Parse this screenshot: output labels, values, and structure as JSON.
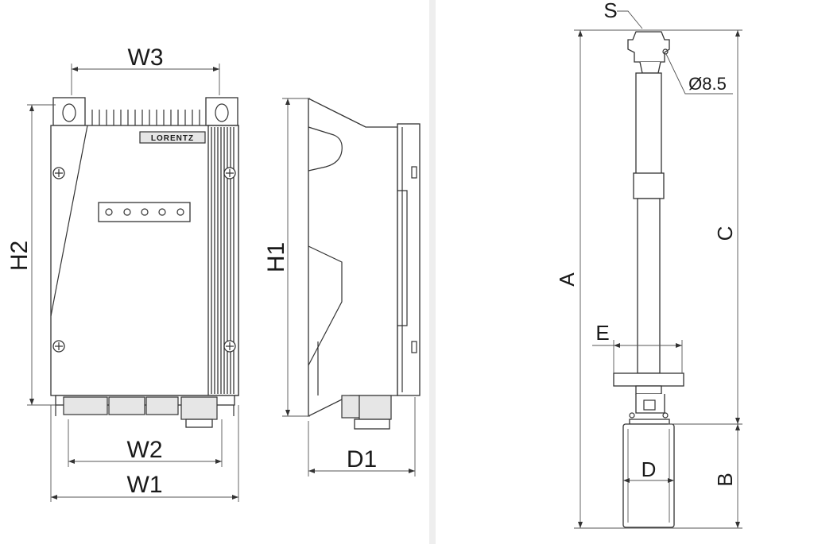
{
  "labels": {
    "w3": "W3",
    "h2": "H2",
    "h1": "H1",
    "w2": "W2",
    "w1": "W1",
    "d1": "D1",
    "s": "S",
    "dia": "Ø8.5",
    "a": "A",
    "c": "C",
    "e": "E",
    "d": "D",
    "b": "B"
  },
  "brand_logo": "LORENTZ",
  "colors": {
    "line": "#333333",
    "fill": "#ffffff",
    "shade": "#e6e6e6",
    "separator": "#eeeeee"
  }
}
